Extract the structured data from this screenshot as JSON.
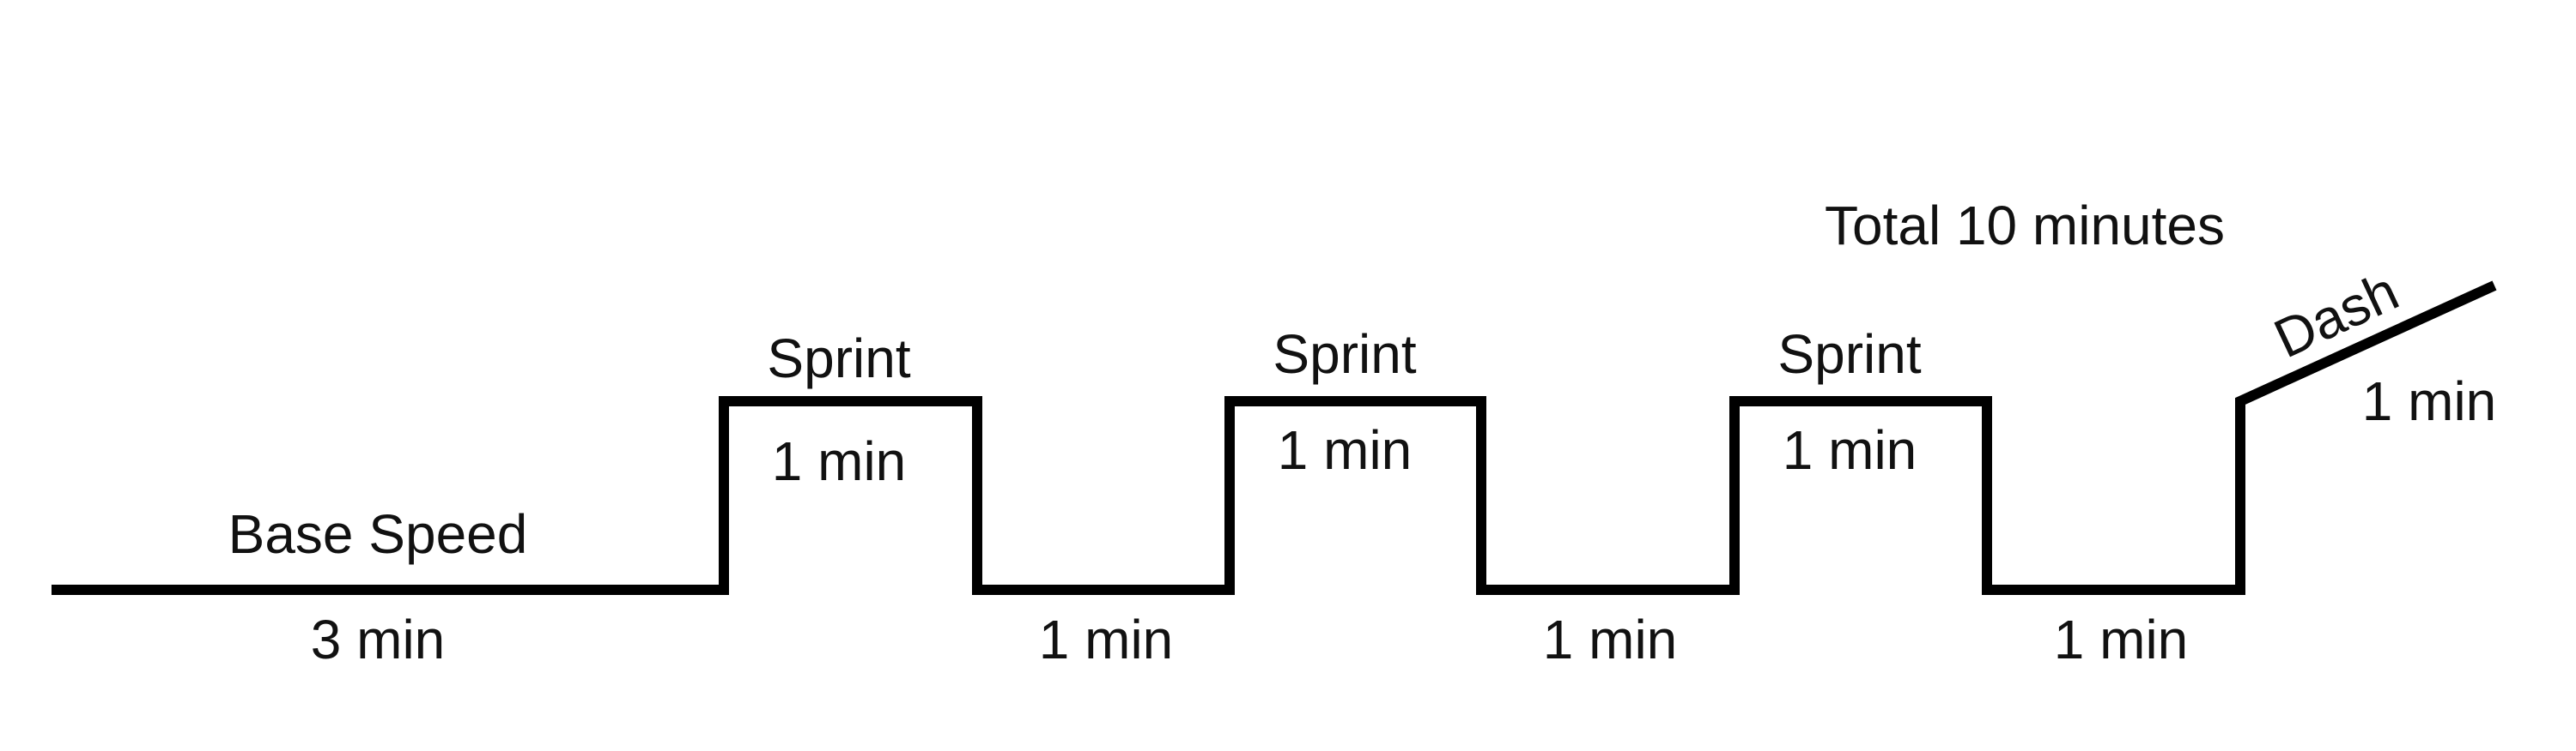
{
  "title": "Total 10 minutes",
  "line_color": "#000000",
  "text_color": "#111111",
  "segments": [
    {
      "kind": "base",
      "name": "Base Speed",
      "duration": "3 min"
    },
    {
      "kind": "sprint",
      "name": "Sprint",
      "duration": "1 min"
    },
    {
      "kind": "base",
      "name": "",
      "duration": "1 min"
    },
    {
      "kind": "sprint",
      "name": "Sprint",
      "duration": "1 min"
    },
    {
      "kind": "base",
      "name": "",
      "duration": "1 min"
    },
    {
      "kind": "sprint",
      "name": "Sprint",
      "duration": "1 min"
    },
    {
      "kind": "base",
      "name": "",
      "duration": "1 min"
    },
    {
      "kind": "dash",
      "name": "Dash",
      "duration": "1 min"
    }
  ]
}
